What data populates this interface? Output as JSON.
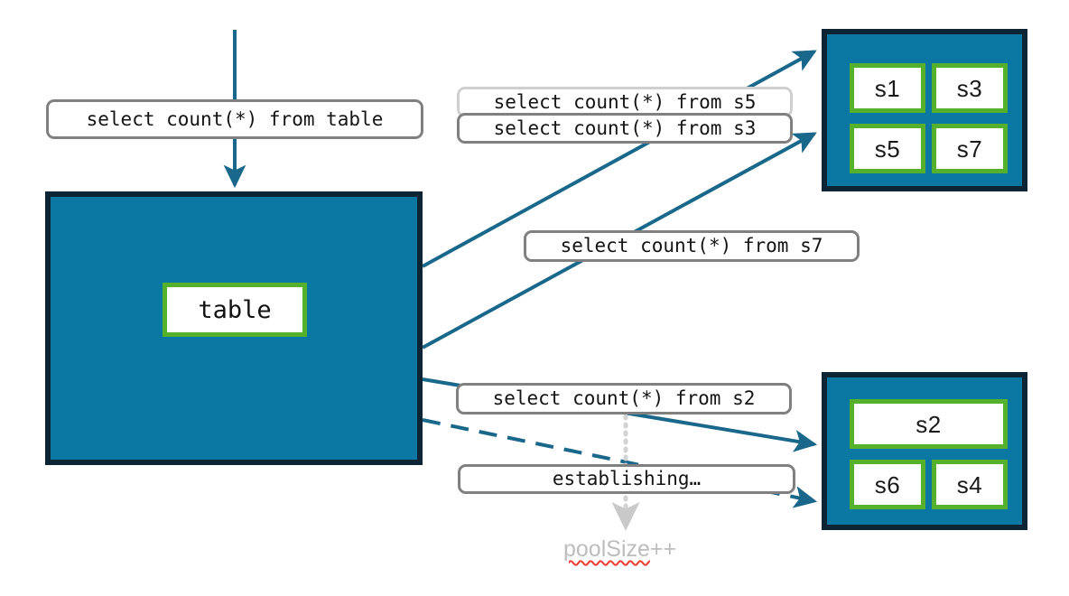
{
  "diagram": {
    "title": "sharded table count fan-out",
    "colors": {
      "group_fill": "#0b78a4",
      "group_border": "#0c2433",
      "node_border": "#55b02b",
      "node_fill": "#ffffff",
      "arrow": "#19688c",
      "chip_border": "#808080",
      "chip_border_muted": "#cfcfcf",
      "dotted_arrow": "#c9c9c9",
      "note_text": "#bdbdbd",
      "spellcheck_underline": "#ee3b30"
    }
  },
  "source": {
    "query_label": "select count(*) from table",
    "table_label": "table"
  },
  "chips": [
    {
      "id": "chip-s5",
      "text": "select count(*) from s5",
      "style": "behind"
    },
    {
      "id": "chip-s3",
      "text": "select count(*) from s3",
      "style": "front"
    },
    {
      "id": "chip-s7",
      "text": "select count(*) from s7",
      "style": "front"
    },
    {
      "id": "chip-s2",
      "text": "select count(*) from s2",
      "style": "front"
    },
    {
      "id": "chip-establishing",
      "text": "establishing…",
      "style": "front"
    }
  ],
  "groups": {
    "top": {
      "name": "shard-group-top",
      "nodes": [
        {
          "label": "s1"
        },
        {
          "label": "s3"
        },
        {
          "label": "s5"
        },
        {
          "label": "s7"
        }
      ]
    },
    "bottom": {
      "name": "shard-group-bottom",
      "nodes": [
        {
          "label": "s2"
        },
        {
          "label": "s6"
        },
        {
          "label": "s4"
        }
      ]
    }
  },
  "annotation": {
    "pool_note_word": "poolSize",
    "pool_note_suffix": "++"
  }
}
